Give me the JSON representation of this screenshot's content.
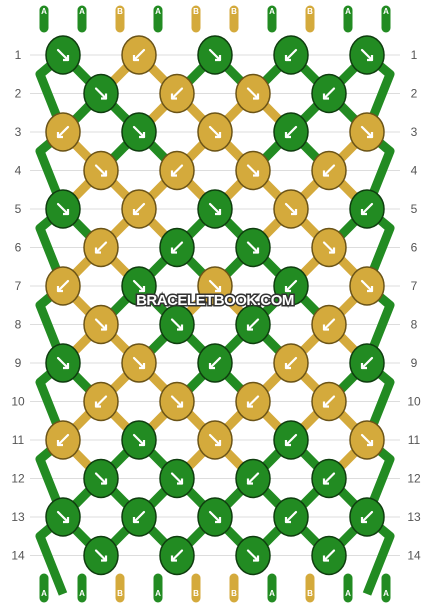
{
  "colors": {
    "A": "#228b22",
    "B": "#d4aa3c"
  },
  "strands_top": [
    "A",
    "A",
    "B",
    "A",
    "B",
    "B",
    "A",
    "B",
    "A",
    "A"
  ],
  "strands_bottom": [
    "A",
    "A",
    "B",
    "A",
    "B",
    "B",
    "A",
    "B",
    "A",
    "A"
  ],
  "row_labels": [
    "1",
    "2",
    "3",
    "4",
    "5",
    "6",
    "7",
    "8",
    "9",
    "10",
    "11",
    "12",
    "13",
    "14"
  ],
  "watermark": "BRACELETBOOK.COM",
  "knots": [
    [
      {
        "c": "A",
        "d": "br"
      },
      {
        "c": "B",
        "d": "bl"
      },
      {
        "c": "A",
        "d": "br"
      },
      {
        "c": "A",
        "d": "bl"
      },
      {
        "c": "A",
        "d": "br"
      }
    ],
    [
      {
        "c": "A",
        "d": "br"
      },
      {
        "c": "B",
        "d": "bl"
      },
      {
        "c": "B",
        "d": "br"
      },
      {
        "c": "A",
        "d": "bl"
      }
    ],
    [
      {
        "c": "B",
        "d": "bl"
      },
      {
        "c": "A",
        "d": "br"
      },
      {
        "c": "B",
        "d": "br"
      },
      {
        "c": "A",
        "d": "bl"
      },
      {
        "c": "B",
        "d": "br"
      }
    ],
    [
      {
        "c": "B",
        "d": "br"
      },
      {
        "c": "B",
        "d": "bl"
      },
      {
        "c": "B",
        "d": "br"
      },
      {
        "c": "B",
        "d": "bl"
      }
    ],
    [
      {
        "c": "A",
        "d": "br"
      },
      {
        "c": "B",
        "d": "bl"
      },
      {
        "c": "A",
        "d": "br"
      },
      {
        "c": "B",
        "d": "br"
      },
      {
        "c": "A",
        "d": "bl"
      }
    ],
    [
      {
        "c": "B",
        "d": "bl"
      },
      {
        "c": "A",
        "d": "bl"
      },
      {
        "c": "A",
        "d": "br"
      },
      {
        "c": "B",
        "d": "br"
      }
    ],
    [
      {
        "c": "B",
        "d": "bl"
      },
      {
        "c": "A",
        "d": "br"
      },
      {
        "c": "B",
        "d": "br"
      },
      {
        "c": "A",
        "d": "bl"
      },
      {
        "c": "B",
        "d": "br"
      }
    ],
    [
      {
        "c": "B",
        "d": "br"
      },
      {
        "c": "A",
        "d": "br"
      },
      {
        "c": "A",
        "d": "bl"
      },
      {
        "c": "B",
        "d": "bl"
      }
    ],
    [
      {
        "c": "A",
        "d": "br"
      },
      {
        "c": "B",
        "d": "br"
      },
      {
        "c": "A",
        "d": "bl"
      },
      {
        "c": "B",
        "d": "bl"
      },
      {
        "c": "A",
        "d": "bl"
      }
    ],
    [
      {
        "c": "B",
        "d": "bl"
      },
      {
        "c": "B",
        "d": "br"
      },
      {
        "c": "B",
        "d": "bl"
      },
      {
        "c": "B",
        "d": "bl"
      }
    ],
    [
      {
        "c": "B",
        "d": "bl"
      },
      {
        "c": "A",
        "d": "br"
      },
      {
        "c": "B",
        "d": "br"
      },
      {
        "c": "A",
        "d": "bl"
      },
      {
        "c": "B",
        "d": "br"
      }
    ],
    [
      {
        "c": "A",
        "d": "br"
      },
      {
        "c": "A",
        "d": "br"
      },
      {
        "c": "A",
        "d": "bl"
      },
      {
        "c": "A",
        "d": "bl"
      }
    ],
    [
      {
        "c": "A",
        "d": "br"
      },
      {
        "c": "A",
        "d": "bl"
      },
      {
        "c": "A",
        "d": "br"
      },
      {
        "c": "A",
        "d": "bl"
      },
      {
        "c": "A",
        "d": "bl"
      }
    ],
    [
      {
        "c": "A",
        "d": "br"
      },
      {
        "c": "A",
        "d": "bl"
      },
      {
        "c": "A",
        "d": "br"
      },
      {
        "c": "A",
        "d": "bl"
      }
    ]
  ]
}
